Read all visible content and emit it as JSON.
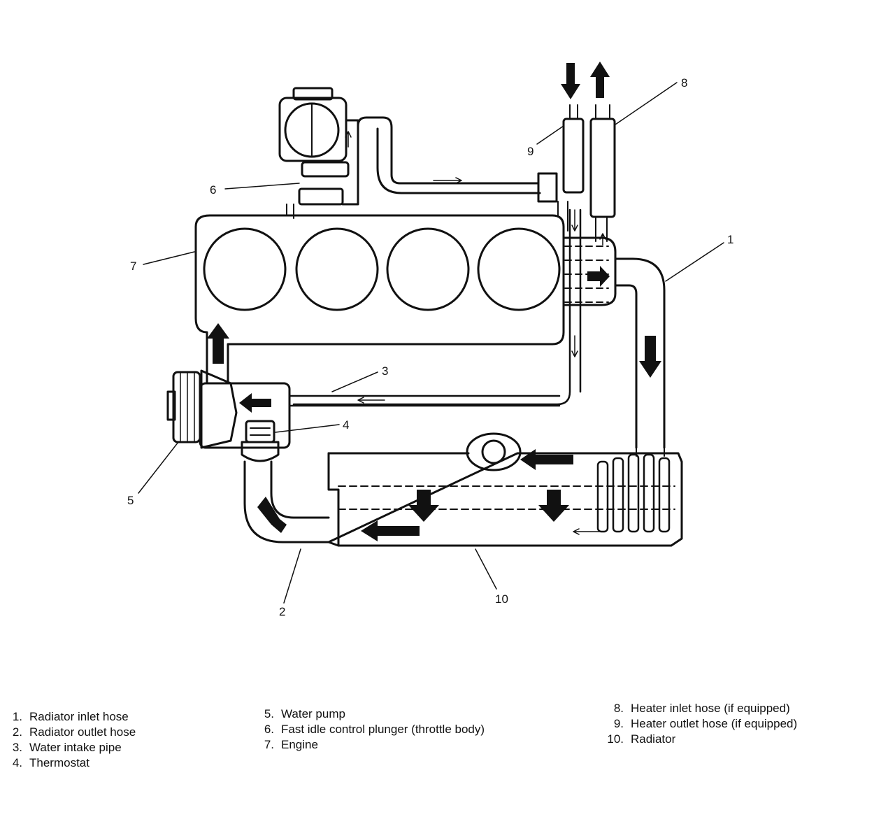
{
  "callouts": [
    {
      "number": "1",
      "name": "Radiator inlet hose"
    },
    {
      "number": "2",
      "name": "Radiator outlet hose"
    },
    {
      "number": "3",
      "name": "Water intake pipe"
    },
    {
      "number": "4",
      "name": "Thermostat"
    },
    {
      "number": "5",
      "name": "Water pump"
    },
    {
      "number": "6",
      "name": "Fast idle control plunger (throttle body)"
    },
    {
      "number": "7",
      "name": "Engine"
    },
    {
      "number": "8",
      "name": "Heater inlet hose (if equipped)"
    },
    {
      "number": "9",
      "name": "Heater outlet hose (if equipped)"
    },
    {
      "number": "10",
      "name": "Radiator"
    }
  ],
  "legend": [
    {
      "num": "1.",
      "text": "Radiator inlet hose"
    },
    {
      "num": "2.",
      "text": "Radiator outlet hose"
    },
    {
      "num": "3.",
      "text": "Water intake pipe"
    },
    {
      "num": "4.",
      "text": "Thermostat"
    },
    {
      "num": "5.",
      "text": "Water pump"
    },
    {
      "num": "6.",
      "text": "Fast idle control plunger (throttle body)"
    },
    {
      "num": "7.",
      "text": "Engine"
    },
    {
      "num": "8.",
      "text": "Heater inlet hose (if equipped)"
    },
    {
      "num": "9.",
      "text": "Heater outlet hose (if equipped)"
    },
    {
      "num": "10.",
      "text": "Radiator"
    }
  ],
  "colors": {
    "line": "#111111",
    "fill": "#ffffff",
    "arrow": "#111111"
  }
}
